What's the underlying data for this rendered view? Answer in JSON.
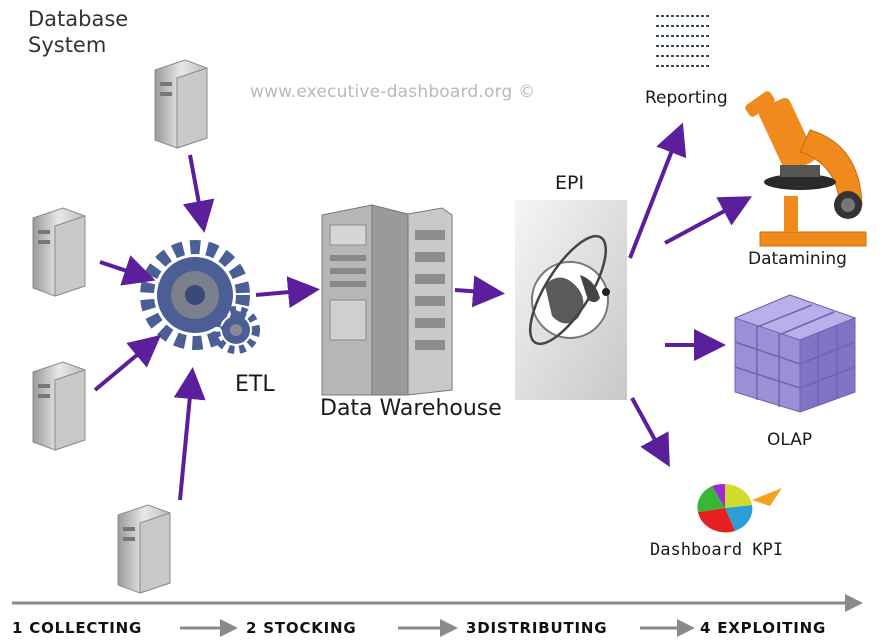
{
  "diagram": {
    "database_title": "Database\nSystem",
    "watermark": "www.executive-dashboard.org ©",
    "etl_label": "ETL",
    "warehouse_label": "Data Warehouse",
    "epi_label": "EPI",
    "reporting_label": "Reporting",
    "datamining_label": "Datamining",
    "olap_label": "OLAP",
    "dashboard_label": "Dashboard KPI"
  },
  "steps": [
    {
      "label": "1 COLLECTING"
    },
    {
      "label": "2 STOCKING"
    },
    {
      "label": "3DISTRIBUTING"
    },
    {
      "label": "4 EXPLOITING"
    }
  ],
  "colors": {
    "arrow": "#5b1f9c",
    "cube": "#9b8fd6",
    "gear": "#4b5f96",
    "microscope": "#f08a1c",
    "timeline": "#8a8a8a"
  }
}
